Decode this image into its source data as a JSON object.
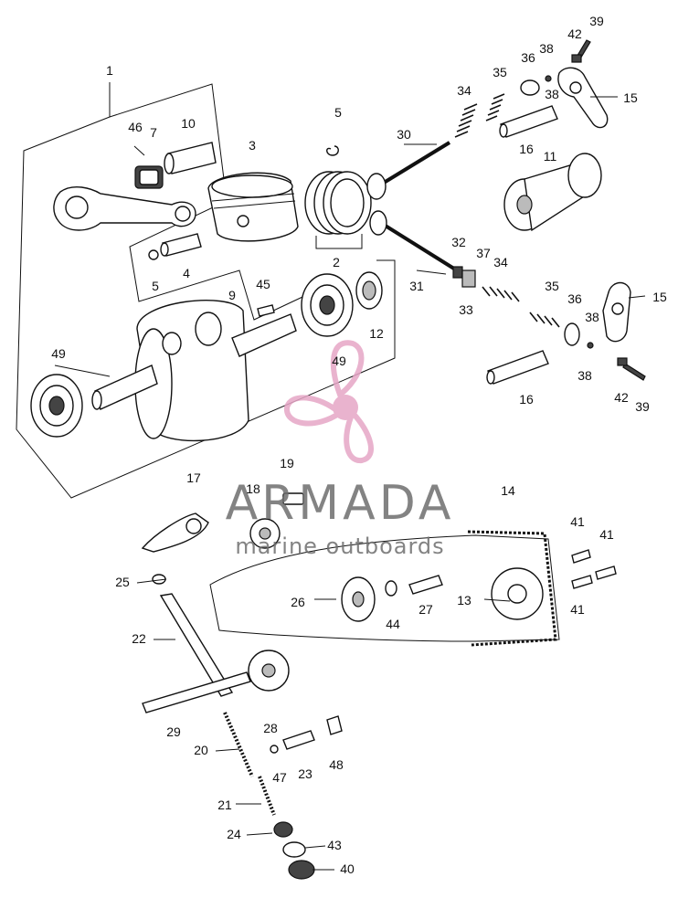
{
  "watermark": {
    "brand": "ARMADA",
    "tagline": "marine outboards",
    "brand_color": "#e6a6c6",
    "text_color": "#6e6e6e"
  },
  "callouts": [
    "1",
    "2",
    "3",
    "4",
    "5",
    "5",
    "7",
    "9",
    "10",
    "11",
    "12",
    "13",
    "14",
    "15",
    "15",
    "16",
    "16",
    "17",
    "18",
    "19",
    "20",
    "21",
    "22",
    "23",
    "24",
    "25",
    "26",
    "27",
    "28",
    "29",
    "30",
    "31",
    "32",
    "33",
    "34",
    "34",
    "35",
    "35",
    "36",
    "36",
    "37",
    "38",
    "38",
    "38",
    "38",
    "39",
    "39",
    "40",
    "41",
    "41",
    "41",
    "42",
    "42",
    "43",
    "44",
    "45",
    "46",
    "47",
    "48",
    "49",
    "49"
  ]
}
